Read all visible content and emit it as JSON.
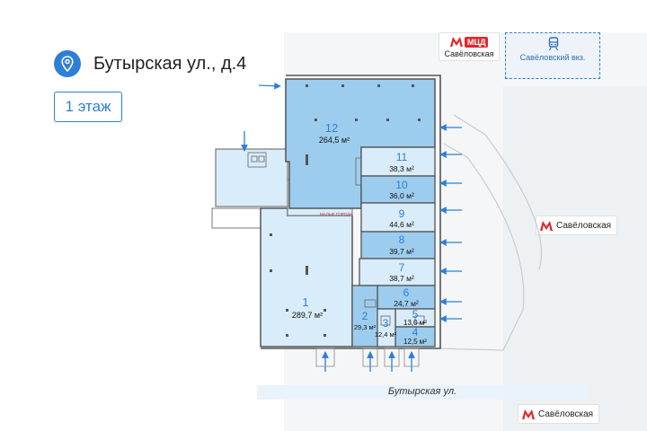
{
  "header": {
    "address": "Бутырская ул., д.4",
    "pin_icon": "location-pin-icon",
    "floor_label": "1 этаж"
  },
  "transit": {
    "mcd": {
      "tag": "МЦД",
      "station": "Савёловская"
    },
    "rail": {
      "station": "Савёловский вкз.",
      "icon": "train-icon"
    },
    "metro_right": "Савёловская",
    "metro_bottom": "Савёловская"
  },
  "street": {
    "name": "Бутырская ул."
  },
  "plan": {
    "watermark_text": "МАЛЫЕ ГОРОДА",
    "rooms": [
      {
        "number": "12",
        "area": "264,5 м²"
      },
      {
        "number": "11",
        "area": "38,3 м²"
      },
      {
        "number": "10",
        "area": "36,0 м²"
      },
      {
        "number": "9",
        "area": "44,6 м²"
      },
      {
        "number": "8",
        "area": "39,7 м²"
      },
      {
        "number": "7",
        "area": "38,7 м²"
      },
      {
        "number": "6",
        "area": "24,7 м²"
      },
      {
        "number": "5",
        "area": "13,0 м²"
      },
      {
        "number": "4",
        "area": "12,5 м²"
      },
      {
        "number": "3",
        "area": "12,4 м²"
      },
      {
        "number": "2",
        "area": "29,3 м²"
      },
      {
        "number": "1",
        "area": "289,7 м²"
      }
    ]
  },
  "colors": {
    "accent": "#2e7fd6",
    "room_dark": "#9dcdee",
    "room_light": "#d9ecf9",
    "mcd_red": "#e4262c"
  }
}
